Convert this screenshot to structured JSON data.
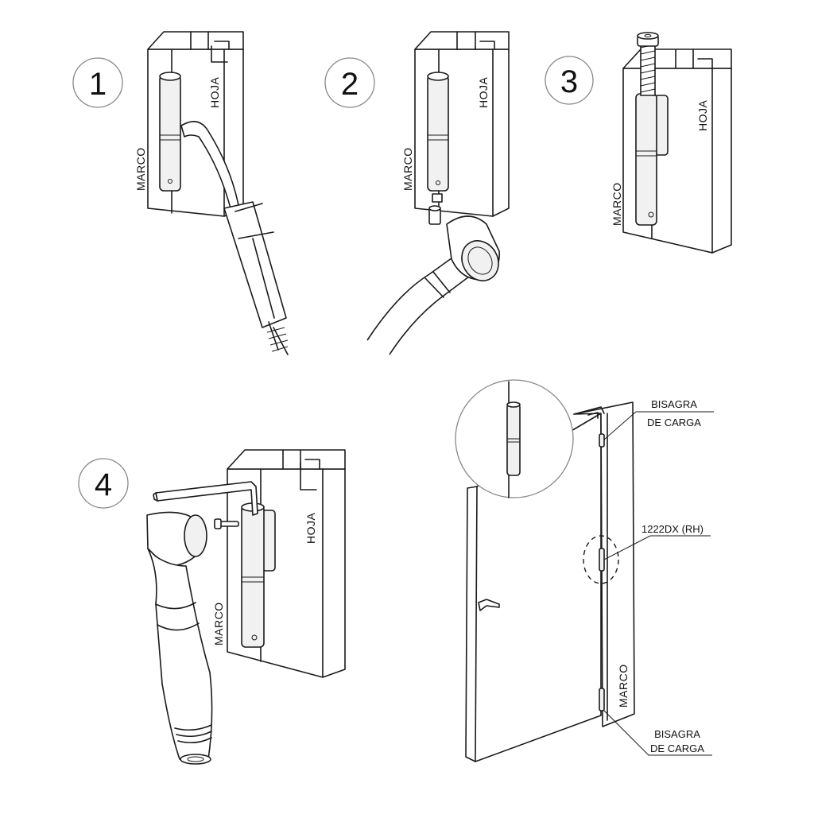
{
  "steps": [
    {
      "number": "1",
      "frame_label": "MARCO",
      "leaf_label": "HOJA"
    },
    {
      "number": "2",
      "frame_label": "MARCO",
      "leaf_label": "HOJA"
    },
    {
      "number": "3",
      "frame_label": "MARCO",
      "leaf_label": "HOJA"
    },
    {
      "number": "4",
      "frame_label": "MARCO",
      "leaf_label": "HOJA"
    }
  ],
  "overview": {
    "top_callout": {
      "line1": "BISAGRA",
      "line2": "DE CARGA"
    },
    "middle_callout": "1222DX (RH)",
    "bottom_callout": {
      "line1": "BISAGRA",
      "line2": "DE CARGA"
    },
    "frame_label": "MARCO"
  }
}
